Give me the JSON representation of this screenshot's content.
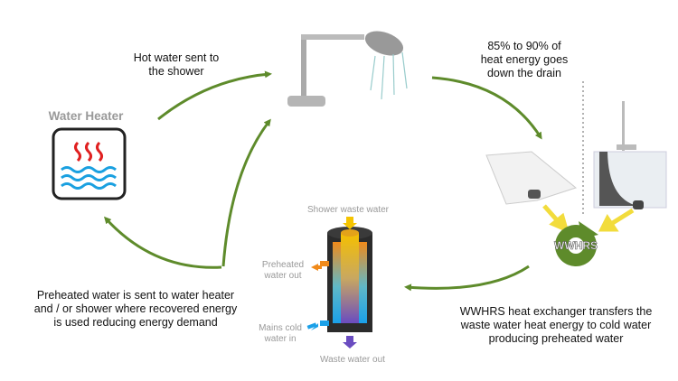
{
  "labels": {
    "hot_water_line1": "Hot water sent to",
    "hot_water_line2": "the shower",
    "water_heater": "Water Heater",
    "drain_line1": "85% to 90% of",
    "drain_line2": "heat energy goes",
    "drain_line3": "down the drain",
    "preheated_line1": "Preheated water is sent to water heater",
    "preheated_line2": "and / or shower where recovered energy",
    "preheated_line3": "is used reducing energy demand",
    "exchanger_line1": "WWHRS heat exchanger transfers the",
    "exchanger_line2": "waste water heat energy to cold water",
    "exchanger_line3": "producing preheated water",
    "wwhrs": "WWHRS"
  },
  "unit": {
    "shower_waste": "Shower waste water",
    "preheated_out_1": "Preheated",
    "preheated_out_2": "water out",
    "mains_in_1": "Mains cold",
    "mains_in_2": "water in",
    "waste_out": "Waste water out"
  },
  "colors": {
    "arrow": "#5e8b2b",
    "heat": "#e02020",
    "water": "#1aa0e0"
  }
}
